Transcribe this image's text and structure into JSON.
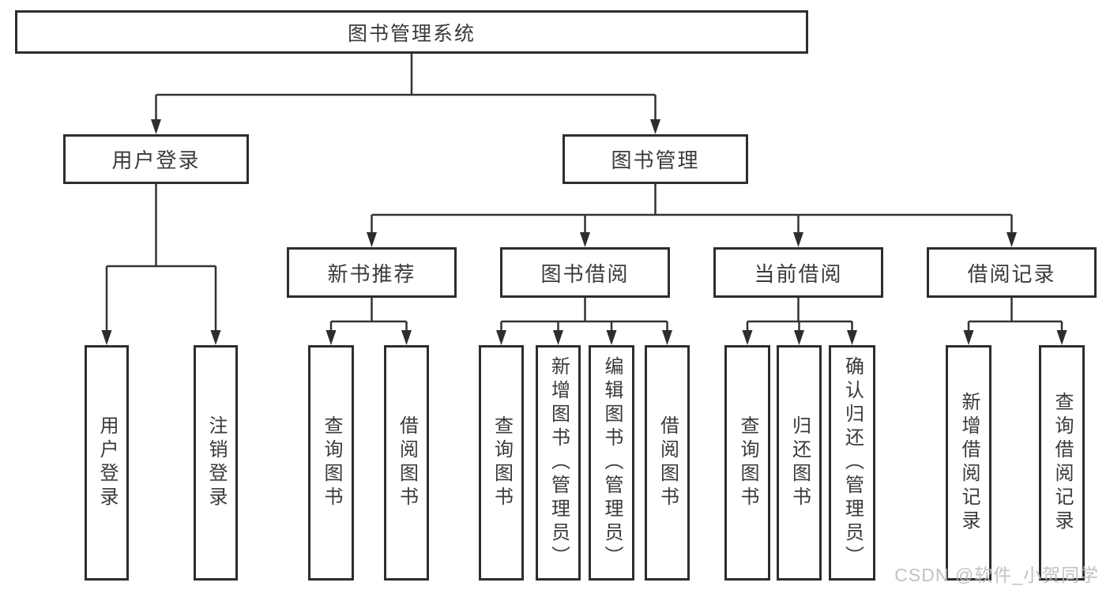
{
  "title": "图书管理系统",
  "level2": {
    "user_login": "用户登录",
    "book_mgmt": "图书管理"
  },
  "level3": {
    "new_books": "新书推荐",
    "borrow": "图书借阅",
    "current": "当前借阅",
    "records": "借阅记录"
  },
  "leaves": {
    "user_login": "用户登录",
    "logout": "注销登录",
    "nb_query": "查询图书",
    "nb_borrow": "借阅图书",
    "bb_query": "查询图书",
    "bb_add": "新增图书（管理员）",
    "bb_edit": "编辑图书（管理员）",
    "bb_borrow": "借阅图书",
    "cb_query": "查询图书",
    "cb_return": "归还图书",
    "cb_confirm": "确认归还（管理员）",
    "br_add": "新增借阅记录",
    "br_query": "查询借阅记录"
  },
  "watermark": "CSDN @软件_小贺同学",
  "colors": {
    "line": "#333333",
    "border": "#2d2d2d",
    "text": "#3a3a3a",
    "watermark_text": "#bdbdbd",
    "background": "#ffffff"
  }
}
